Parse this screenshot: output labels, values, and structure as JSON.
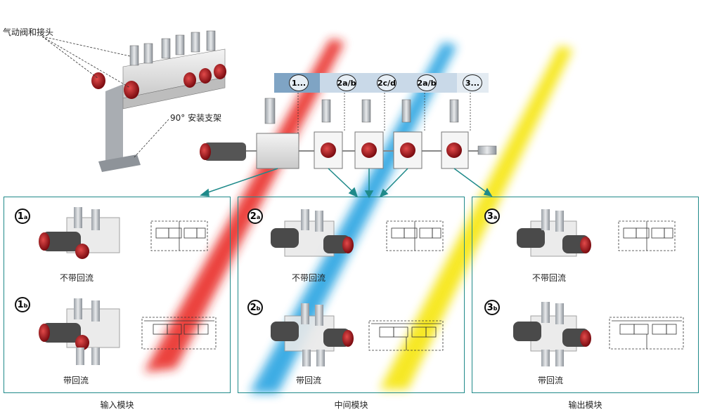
{
  "labels": {
    "pneumatic_valve": "气动阀和接头",
    "bracket": "90° 安装支架"
  },
  "top_bar": {
    "segments": [
      "1...",
      "2a/b",
      "2c/d",
      "2a/b",
      "3..."
    ]
  },
  "modules": [
    {
      "title": "输入模块",
      "variants": [
        {
          "badge_num": "1",
          "badge_sub": "a",
          "caption": "不带回流"
        },
        {
          "badge_num": "1",
          "badge_sub": "b",
          "caption": "带回流"
        }
      ]
    },
    {
      "title": "中间模块",
      "variants": [
        {
          "badge_num": "2",
          "badge_sub": "a",
          "caption": "不带回流"
        },
        {
          "badge_num": "2",
          "badge_sub": "b",
          "caption": "带回流"
        }
      ]
    },
    {
      "title": "输出模块",
      "variants": [
        {
          "badge_num": "3",
          "badge_sub": "a",
          "caption": "不带回流"
        },
        {
          "badge_num": "3",
          "badge_sub": "b",
          "caption": "带回流"
        }
      ]
    }
  ],
  "colors": {
    "frame": "#1f8a8a",
    "red_stream": "#e8211b",
    "blue_stream": "#1a9fe0",
    "yellow_stream": "#f5e400",
    "valve_red": "#b3121b",
    "bar_dark": "#7fa4c4",
    "bar_light": "#c9d9e8"
  }
}
